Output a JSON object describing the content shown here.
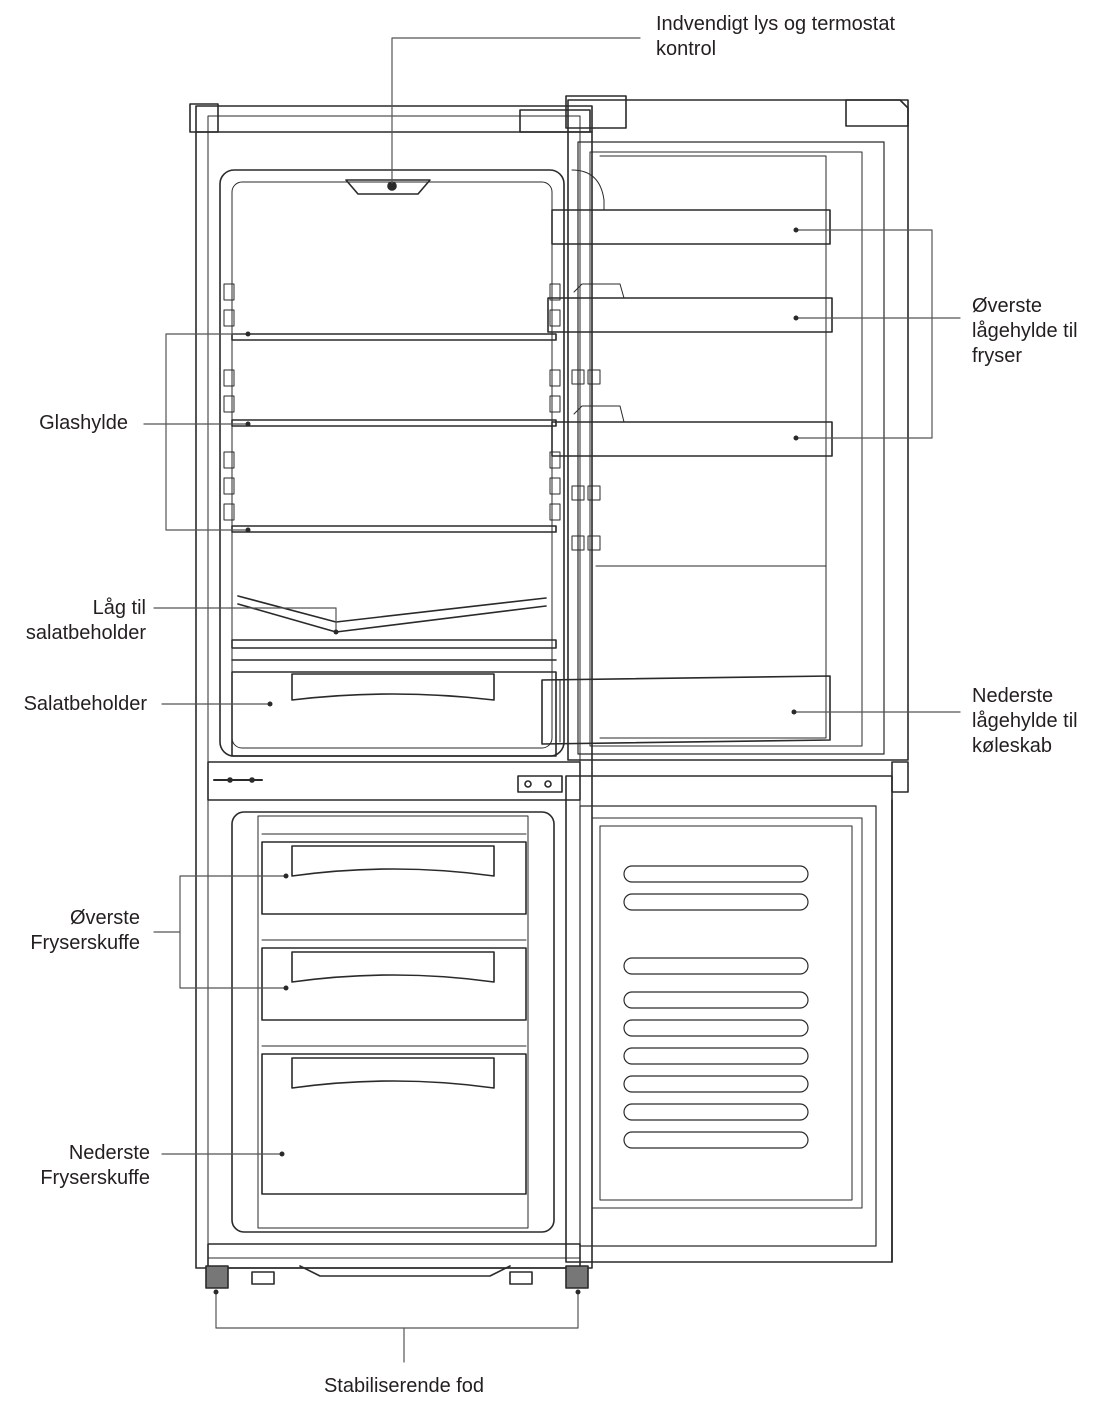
{
  "labels": {
    "light_thermostat": [
      "Indvendigt lys og termostat",
      "kontrol"
    ],
    "glass_shelf": [
      "Glashylde"
    ],
    "crisper_lid": [
      "Låg til",
      "salatbeholder"
    ],
    "crisper": [
      "Salatbeholder"
    ],
    "upper_freezer_drawers": [
      "Øverste",
      "Fryserskuffe"
    ],
    "bottom_freezer_drawer": [
      "Nederste",
      "Fryserskuffe"
    ],
    "upper_door_shelves": [
      "Øverste",
      "lågehylde til",
      "fryser"
    ],
    "lower_door_shelf": [
      "Nederste",
      "lågehylde til",
      "køleskab"
    ],
    "stabilizing_feet": [
      "Stabiliserende fod"
    ]
  }
}
